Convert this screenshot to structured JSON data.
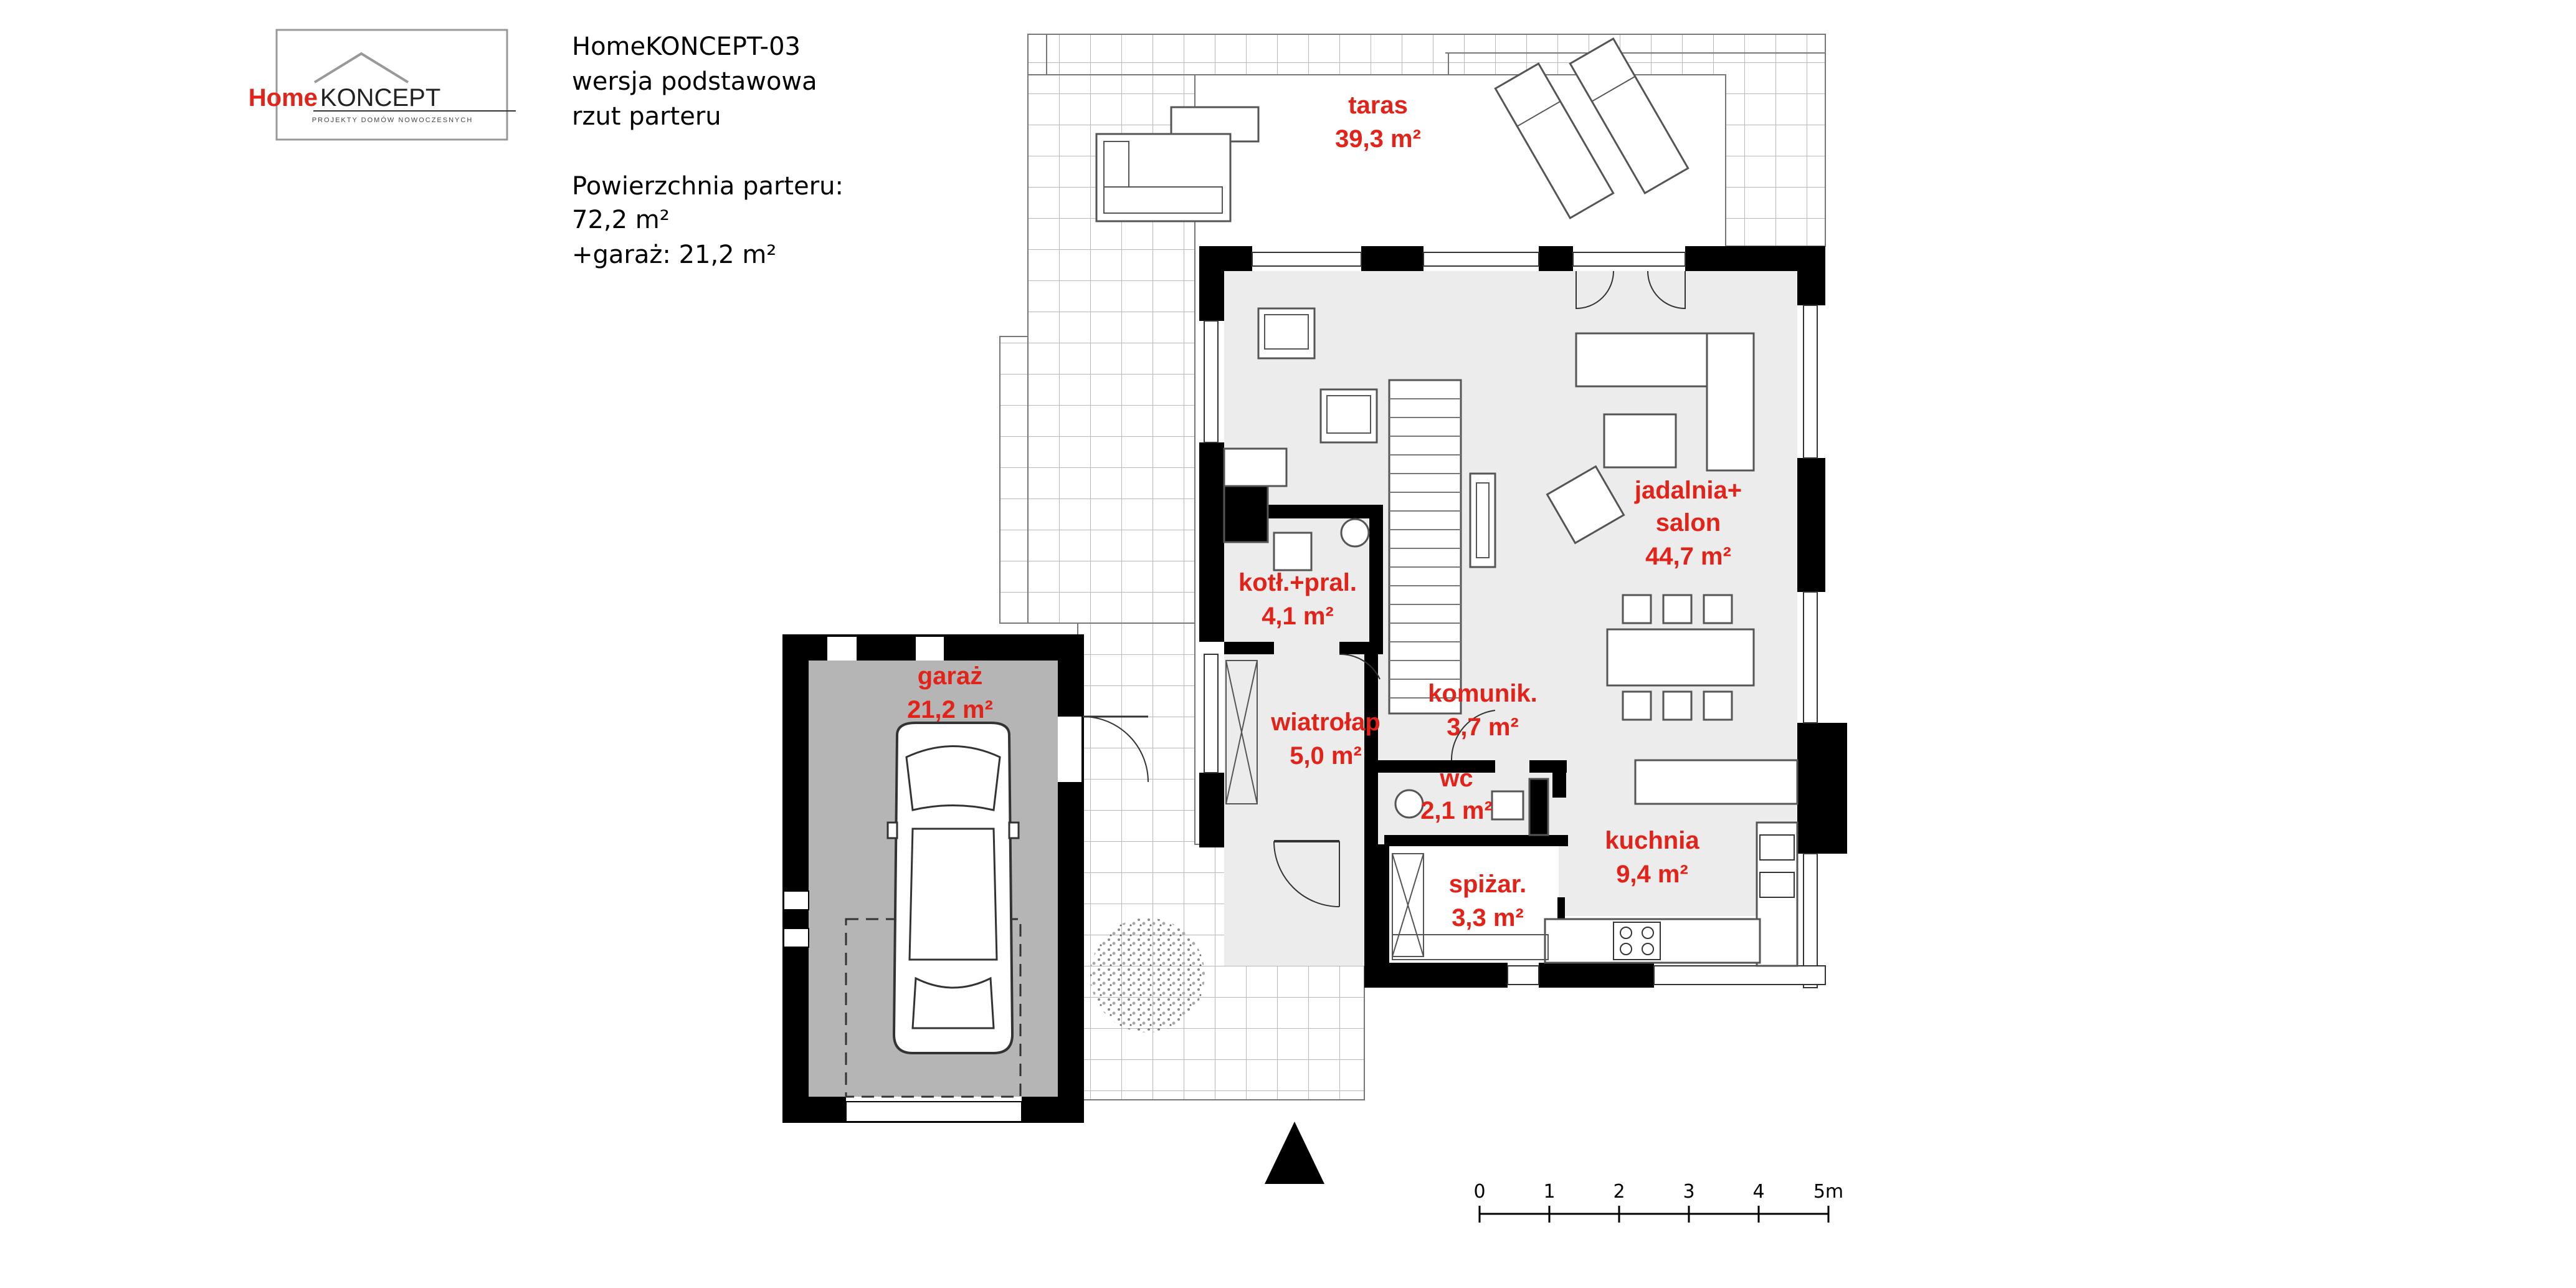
{
  "header": {
    "lines": [
      "HomeKONCEPT-03",
      "wersja podstawowa",
      "rzut parteru"
    ],
    "area_title": "Powierzchnia parteru:",
    "area_main": "72,2 m²",
    "area_garage": "+garaż: 21,2 m²"
  },
  "logo": {
    "home": "Home",
    "koncept": "KONCEPT",
    "tagline": "PROJEKTY DOMÓW NOWOCZESNYCH"
  },
  "rooms": [
    {
      "id": "taras",
      "name": "taras",
      "area": "39,3 m²"
    },
    {
      "id": "jadalnia",
      "name": "jadalnia+",
      "name2": "salon",
      "area": "44,7 m²"
    },
    {
      "id": "kotlownia",
      "name": "kotł.+pral.",
      "area": "4,1 m²"
    },
    {
      "id": "garaz",
      "name": "garaż",
      "area": "21,2 m²"
    },
    {
      "id": "wiatrolap",
      "name": "wiatrołap",
      "area": "5,0 m²"
    },
    {
      "id": "komunikacja",
      "name": "komunik.",
      "area": "3,7 m²"
    },
    {
      "id": "wc",
      "name": "wc",
      "area": "2,1 m²"
    },
    {
      "id": "kuchnia",
      "name": "kuchnia",
      "area": "9,4 m²"
    },
    {
      "id": "spizarnia",
      "name": "spiżar.",
      "area": "3,3 m²"
    }
  ],
  "scale": {
    "labels": [
      "0",
      "1",
      "2",
      "3",
      "4",
      "5m"
    ]
  },
  "colors": {
    "room_label": "#e2231a",
    "wall": "#000000",
    "floor": "#ececec",
    "garage_floor": "#b5b5b5",
    "logo_accent": "#e2231a"
  },
  "icons": {
    "north_arrow": "north-arrow-icon"
  }
}
